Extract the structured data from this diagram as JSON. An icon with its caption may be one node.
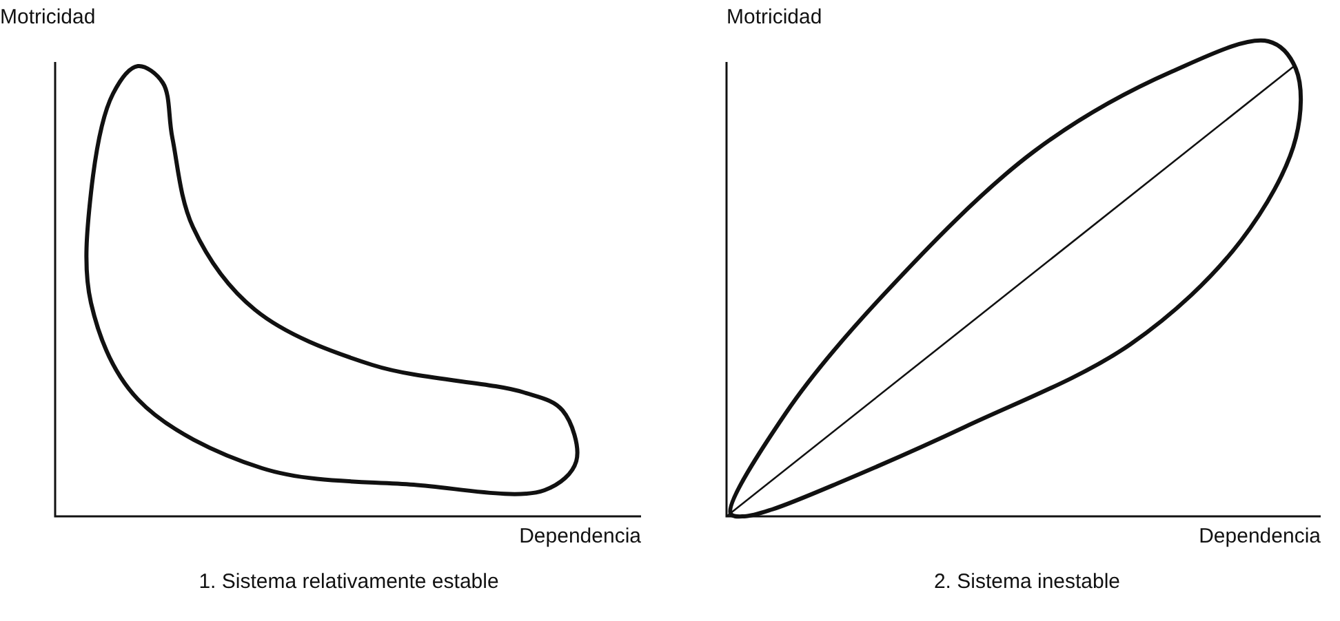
{
  "diagram": {
    "labels": [
      "Motricidad",
      "Motricidad",
      "Dependencia",
      "Dependencia",
      "1. Sistema relativamente estable",
      "2. Sistema inestable"
    ]
  }
}
